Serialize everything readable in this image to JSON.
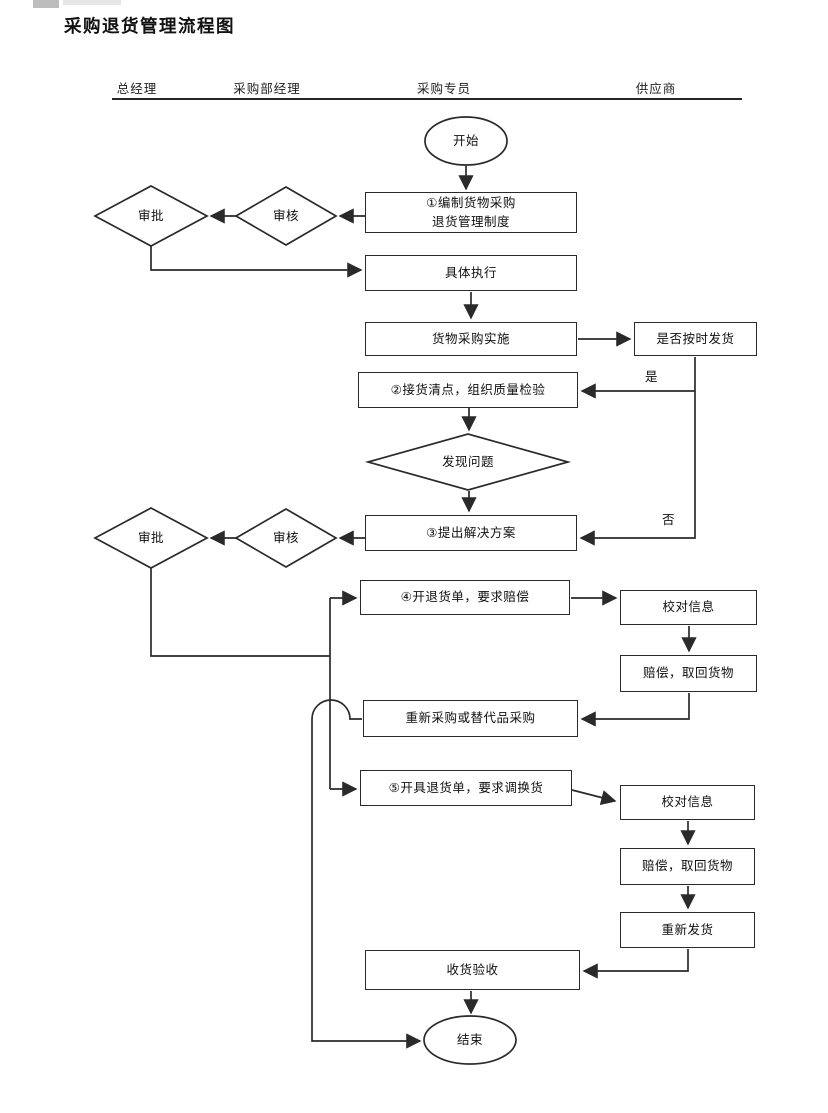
{
  "title": "采购退货管理流程图",
  "lanes": {
    "h0": "总经理",
    "h1": "采购部经理",
    "h2": "采购专员",
    "h3": "供应商"
  },
  "nodes": {
    "start": "开始",
    "b1": "①编制货物采购\n退货管理制度",
    "review1": "审核",
    "approve1": "审批",
    "b2": "具体执行",
    "b3": "货物采购实施",
    "s1": "是否按时发货",
    "b4": "②接货清点，组织质量检验",
    "d1": "发现问题",
    "b5": "③提出解决方案",
    "review2": "审核",
    "approve2": "审批",
    "b6": "④开退货单，要求赔偿",
    "s2": "校对信息",
    "s3": "赔偿，取回货物",
    "b7": "重新采购或替代品采购",
    "b8": "⑤开具退货单，要求调换货",
    "s4": "校对信息",
    "s5": "赔偿，取回货物",
    "s6": "重新发货",
    "b9": "收货验收",
    "end": "结束"
  },
  "edge_labels": {
    "yes": "是",
    "no": "否"
  },
  "colors": {
    "line": "#2a2a2a",
    "background": "#ffffff"
  }
}
